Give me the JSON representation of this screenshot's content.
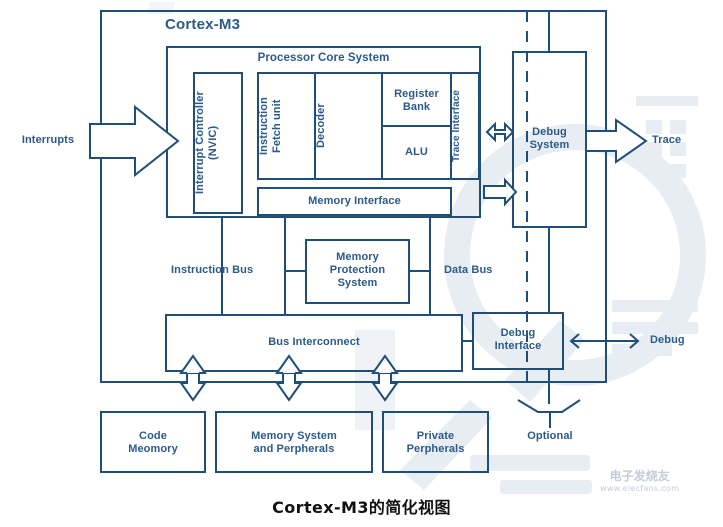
{
  "meta": {
    "caption": "Cortex-M3的简化视图",
    "accent_color": "#2B5A8C",
    "line_color": "#1F4E79",
    "background": "#FFFFFF",
    "caption_color": "#111111"
  },
  "diagram": {
    "title": "Cortex-M3",
    "external_labels": {
      "interrupts": "Interrupts",
      "trace": "Trace",
      "debug": "Debug",
      "optional": "Optional"
    },
    "core_system": {
      "title": "Processor Core System",
      "blocks": {
        "nvic": "Interrupt Controller\n(NVIC)",
        "fetch": "Instruction\nFetch unit",
        "decoder": "Decoder",
        "register_bank": "Register\nBank",
        "alu": "ALU",
        "trace_interface": "Trace Interface",
        "memory_interface": "Memory Interface"
      }
    },
    "debug_system": "Debug\nSystem",
    "debug_interface": "Debug\nInterface",
    "memory_protection": "Memory\nProtection\nSystem",
    "bus_labels": {
      "instruction_bus": "Instruction Bus",
      "data_bus": "Data Bus"
    },
    "bus_interconnect": "Bus Interconnect",
    "bottom_blocks": [
      "Code\nMeomory",
      "Memory System\nand Perpherals",
      "Private\nPerpherals"
    ]
  },
  "watermark": {
    "brand": "电子发烧友",
    "url": "www.elecfans.com"
  }
}
